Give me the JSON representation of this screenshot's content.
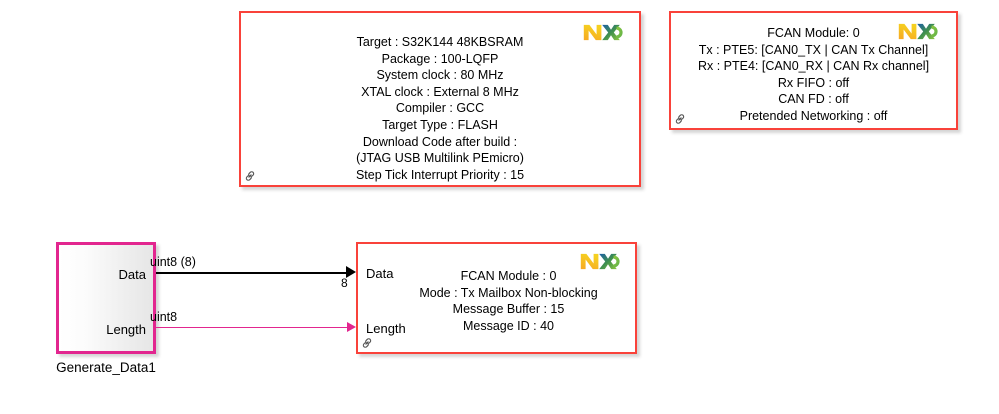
{
  "diagram": {
    "type": "simulink-model-canvas",
    "background_color": "#ffffff",
    "accent_red": "#f9423a",
    "accent_magenta": "#e2268f",
    "signal_black": "#000000"
  },
  "config_block": {
    "name": "target-configuration-block",
    "logo": "nxp-logo",
    "annotation_icon": "link-icon",
    "lines": [
      "Target : S32K144 48KBSRAM",
      "Package : 100-LQFP",
      "System clock : 80 MHz",
      "XTAL clock : External 8 MHz",
      "Compiler : GCC",
      "Target Type : FLASH",
      "Download Code after build :",
      "(JTAG USB Multilink PEmicro)",
      "Step Tick Interrupt Priority : 15"
    ]
  },
  "can_config_block": {
    "name": "fcan-module-config-block",
    "logo": "nxp-logo",
    "annotation_icon": "link-icon",
    "lines": [
      "FCAN Module: 0",
      "Tx : PTE5: [CAN0_TX | CAN Tx Channel]",
      "Rx : PTE4: [CAN0_RX | CAN Rx channel]",
      "Rx FIFO : off",
      "CAN FD : off",
      "Pretended Networking : off"
    ]
  },
  "source_block": {
    "name": "generate-data1-block",
    "caption": "Generate_Data1",
    "outports": [
      {
        "label": "Data"
      },
      {
        "label": "Length"
      }
    ]
  },
  "can_tx_block": {
    "name": "fcan-transmit-block",
    "logo": "nxp-logo",
    "annotation_icon": "link-icon",
    "inports": [
      {
        "label": "Data"
      },
      {
        "label": "Length"
      }
    ],
    "lines": [
      "FCAN Module : 0",
      "Mode : Tx Mailbox Non-blocking",
      "Message Buffer : 15",
      "Message ID : 40"
    ]
  },
  "signals": [
    {
      "name": "data-signal",
      "type_label": "uint8 (8)",
      "width_label": "8",
      "color": "#000000"
    },
    {
      "name": "length-signal",
      "type_label": "uint8",
      "width_label": "",
      "color": "#e2268f"
    }
  ]
}
